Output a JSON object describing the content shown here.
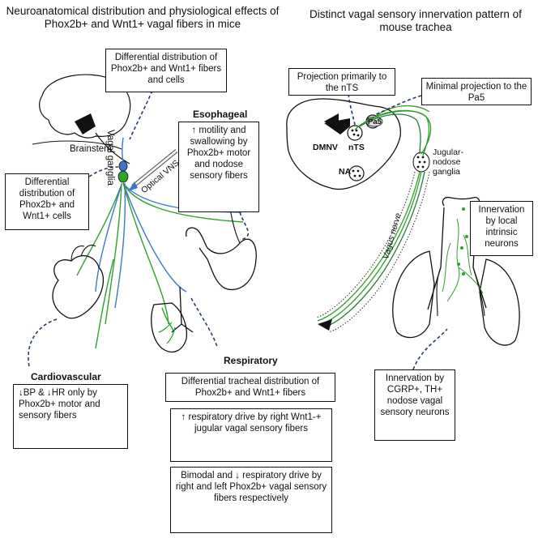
{
  "left_title": "Neuroanatomical distribution and physiological effects of Phox2b+ and Wnt1+ vagal fibers in mice",
  "right_title": "Distinct vagal sensory innervation pattern of mouse trachea",
  "labels": {
    "brainstem": "Brainstem",
    "vagal_ganglia": "Vagal ganglia",
    "optical_vns": "Optical VNS",
    "dmnv": "DMNV",
    "nts": "nTS",
    "pa5": "Pa5",
    "na": "NA",
    "jugular_nodose": "Jugular-nodose ganglia",
    "vagus_nerve": "Vagus nerve"
  },
  "boxes": {
    "diff_fibers_cells": "Differential distribution of Phox2b+ and Wnt1+ fibers and cells",
    "diff_cells": "Differential distribution of Phox2b+ and Wnt1+ cells",
    "esophageal_heading": "Esophageal",
    "esophageal": "↑ motility and swallowing by Phox2b+ motor and nodose sensory fibers",
    "cardio_heading": "Cardiovascular",
    "cardio": "↓BP & ↓HR only by Phox2b+ motor and sensory fibers",
    "resp_heading": "Respiratory",
    "resp_tracheal": "Differential tracheal distribution of Phox2b+ and Wnt1+ fibers",
    "resp_drive_right": "↑ respiratory drive by right Wnt1-+ jugular vagal sensory fibers",
    "resp_bimodal": "Bimodal and ↓ respiratory drive by right and left Phox2b+ vagal sensory fibers respectively",
    "proj_nts": "Projection primarily to the nTS",
    "proj_pa5": "Minimal projection to the Pa5",
    "local_neurons": "Innervation by local intrinsic neurons",
    "cgrp": "Innervation by CGRP+, TH+ nodose vagal sensory neurons"
  },
  "colors": {
    "green": "#2ea02c",
    "blue": "#3a77c9",
    "light_blue": "#5aa7d9",
    "black": "#111111"
  }
}
